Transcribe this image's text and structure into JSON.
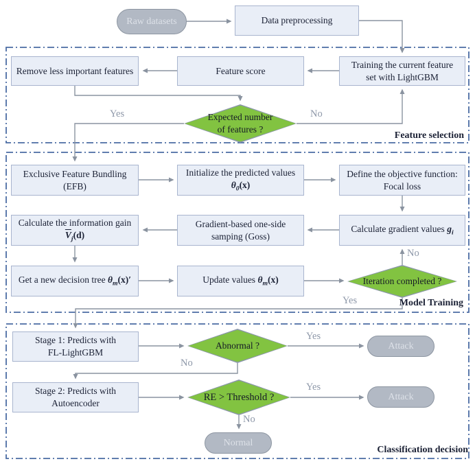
{
  "colors": {
    "box_fill": "#e9eef7",
    "box_border": "#a8b4ce",
    "diamond_fill": "#82c341",
    "diamond_border": "#8a97a8",
    "stadium_fill": "#b2b9c4",
    "stadium_border": "#8c95a1",
    "stadium_text": "#dde1e8",
    "connector": "#8a93a0",
    "section_border": "#4a6ba3",
    "edge_label_text": "#8d97a8",
    "text_dark": "#1b2135"
  },
  "sections": {
    "feature_selection": {
      "label": "Feature selection"
    },
    "model_training": {
      "label": "Model Training"
    },
    "classification": {
      "label": "Classification decision"
    }
  },
  "edge_labels": {
    "yes": "Yes",
    "no": "No"
  },
  "nodes": {
    "raw_datasets": {
      "label": "Raw datasets"
    },
    "data_preprocessing": {
      "label": "Data preprocessing"
    },
    "remove_features": {
      "label": "Remove less important features"
    },
    "feature_score": {
      "label": "Feature score"
    },
    "training_lightgbm": {
      "line1": "Training the current feature",
      "line2": "set with LightGBM"
    },
    "expected_features": {
      "line1": "Expected number",
      "line2": "of features ?"
    },
    "efb": {
      "line1": "Exclusive Feature Bundling",
      "line2": "(EFB)"
    },
    "initialize_values": {
      "line1": "Initialize the predicted values",
      "math": {
        "sym": "θ",
        "sub": "0",
        "tail": "(x)"
      }
    },
    "focal_loss": {
      "line1": "Define the objective function:",
      "line2": "Focal loss"
    },
    "information_gain": {
      "line1": "Calculate the information gain",
      "math": {
        "sym": "V",
        "sub": "j",
        "tail": "(d)"
      }
    },
    "goss": {
      "line1": "Gradient-based one-side",
      "line2": "samping (Goss)"
    },
    "gradient_values": {
      "text": "Calculate gradient values",
      "math": {
        "sym": "g",
        "sub": "i",
        "tail": ""
      }
    },
    "decision_tree": {
      "text": "Get a new decision tree",
      "math": {
        "sym": "θ",
        "sub": "m",
        "tail": "(x)′"
      }
    },
    "update_values": {
      "text": "Update values",
      "math": {
        "sym": "θ",
        "sub": "m",
        "tail": "(x)"
      }
    },
    "iteration_completed": {
      "label": "Iteration completed ?"
    },
    "stage1": {
      "line1": "Stage 1: Predicts with",
      "line2": "FL-LightGBM"
    },
    "abnormal": {
      "label": "Abnormal ?"
    },
    "attack1": {
      "label": "Attack"
    },
    "stage2": {
      "line1": "Stage 2: Predicts with",
      "line2": "Autoencoder"
    },
    "re_threshold": {
      "label": "RE > Threshold ?"
    },
    "attack2": {
      "label": "Attack"
    },
    "normal": {
      "label": "Normal"
    }
  }
}
